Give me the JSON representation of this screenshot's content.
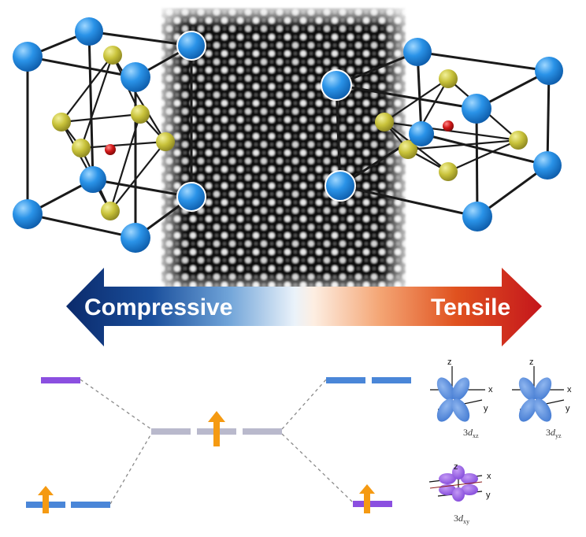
{
  "strain_arrow": {
    "compressive_label": "Compressive",
    "tensile_label": "Tensile",
    "compressive_color": "#0b2a6b",
    "tensile_color": "#c4151c"
  },
  "energy_levels": {
    "level_colors": {
      "dxz_dyz": "#4a86d8",
      "dxy": "#8b4fe0",
      "degenerate": "#b9b9cc"
    },
    "spin_arrow_color": "#f59a12"
  },
  "orbitals": {
    "dxz": {
      "prefix": "3",
      "letter": "d",
      "subscript": "xz",
      "axes": [
        "z",
        "x",
        "y"
      ]
    },
    "dyz": {
      "prefix": "3",
      "letter": "d",
      "subscript": "yz",
      "axes": [
        "z",
        "x",
        "y"
      ]
    },
    "dxy": {
      "prefix": "3",
      "letter": "d",
      "subscript": "xy",
      "axes": [
        "z",
        "x",
        "y"
      ]
    }
  },
  "atom_colors": {
    "corner": "#1e8fe6",
    "face": "#c8c23a",
    "center": "#cc1a1a"
  }
}
